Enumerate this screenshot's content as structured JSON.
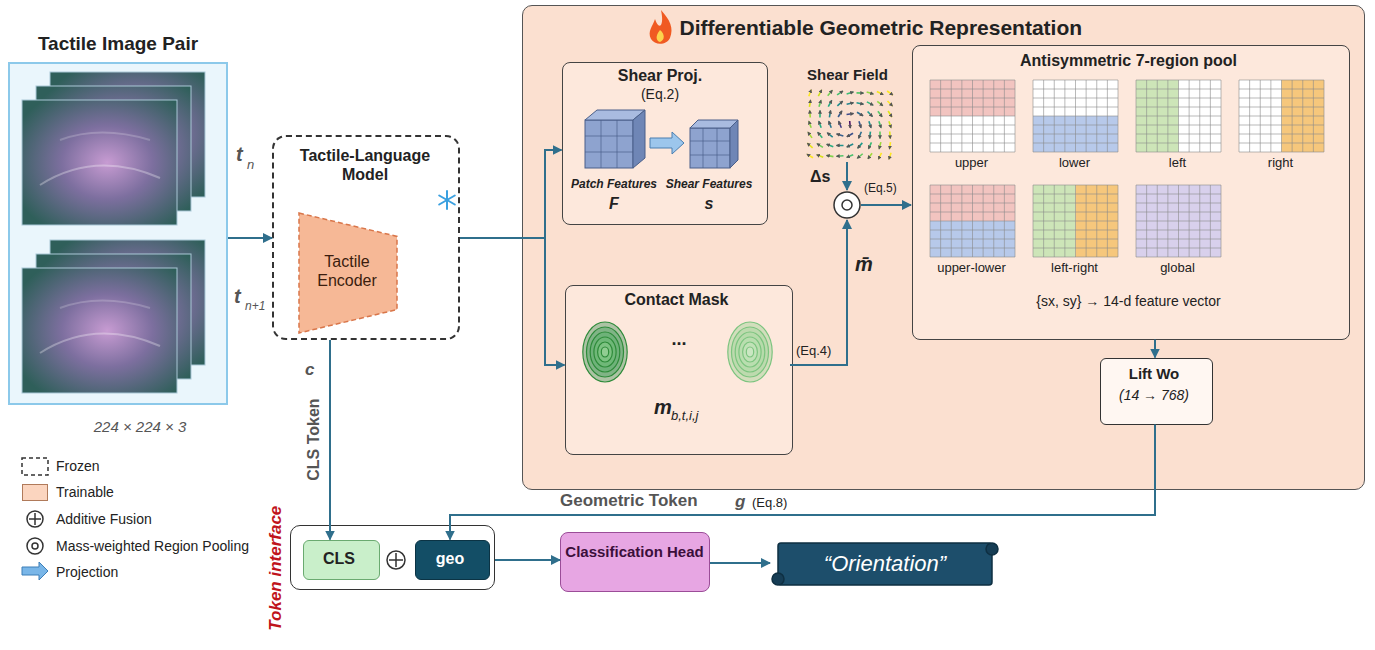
{
  "diagram": {
    "nodes": [
      {
        "text": [
          "Tactile Image Pair"
        ]
      },
      {
        "text": [
          "Tactile-Language Model"
        ]
      },
      {
        "text": [
          "Tactile Encoder"
        ],
        "in": 1
      },
      {
        "text": [
          "Differentiable Geometric Representation"
        ]
      },
      {
        "text": [
          "Shear Proj.",
          "(Eq.2)",
          "Patch Features",
          "F",
          "Shear Features",
          "s"
        ],
        "in": 3
      },
      {
        "text": [
          "Contact Mask",
          "...",
          "m",
          "b,t,i,j"
        ],
        "in": 3
      },
      {
        "text": [
          "Antisymmetric 7-region pool",
          "upper",
          "lower",
          "left",
          "right",
          "upper-lower",
          "left-right",
          "global",
          "{sx, sy} → 14-d feature vector"
        ],
        "in": 3
      },
      {
        "text": [
          "Lift Wo",
          "(14 → 768)"
        ],
        "in": 3
      },
      {
        "text": [
          "Token interface"
        ]
      },
      {
        "text": [
          "CLS"
        ],
        "in": 8
      },
      {
        "text": [
          "geo"
        ],
        "in": 8
      },
      {
        "text": [
          "Classification Head"
        ]
      },
      {
        "text": [
          "“Orientation”"
        ]
      }
    ],
    "edges": [
      {
        "from": 0,
        "to": 1,
        "arrow": "to"
      },
      {
        "from": 1,
        "to": 4,
        "arrow": "to"
      },
      {
        "from": 1,
        "to": 5,
        "arrow": "to"
      },
      {
        "from": 1,
        "to": 9,
        "arrow": "to",
        "label": "CLS Token"
      },
      {
        "from": 6,
        "to": 7,
        "arrow": "to"
      },
      {
        "from": 7,
        "to": 10,
        "arrow": "to",
        "label": "Geometric Token"
      },
      {
        "from": 8,
        "to": 11,
        "arrow": "to"
      },
      {
        "from": 11,
        "to": 12,
        "arrow": "to"
      }
    ],
    "labels": [
      "t",
      "n",
      "t",
      "n+1",
      "224 × 224 × 3",
      "Shear Field",
      "Δs",
      "(Eq.4)",
      "m̄",
      "(Eq.5)",
      "c",
      "g",
      "(Eq.8)"
    ],
    "legend": [
      {
        "text": "Frozen"
      },
      {
        "text": "Trainable",
        "color": "#fbd5bf"
      },
      {
        "text": "Additive Fusion"
      },
      {
        "text": "Mass-weighted Region Pooling"
      },
      {
        "text": "Projection"
      }
    ]
  }
}
